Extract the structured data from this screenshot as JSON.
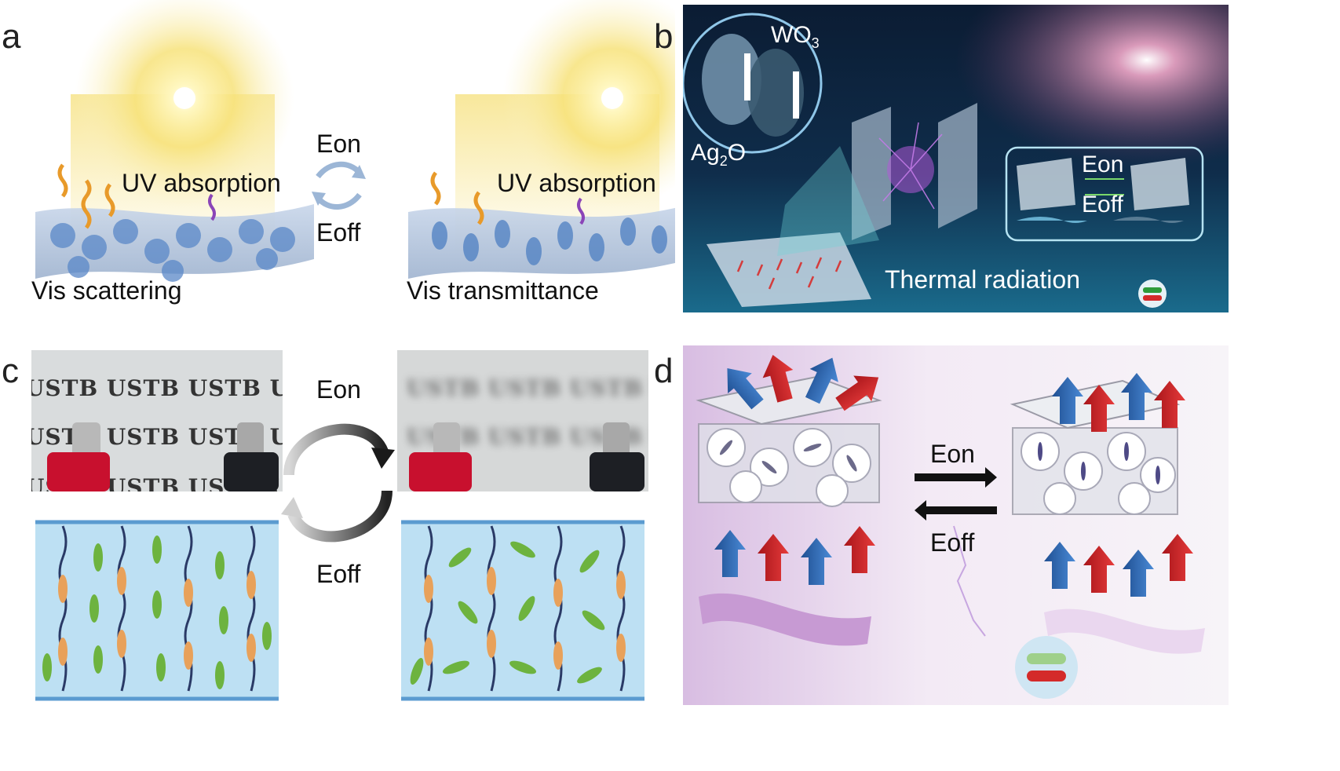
{
  "panels": {
    "a": {
      "label": "a",
      "uv_left": "UV absorption",
      "uv_right": "UV absorption",
      "eon": "Eon",
      "eoff": "Eoff",
      "vis_left": "Vis scattering",
      "vis_right": "Vis transmittance"
    },
    "b": {
      "label": "b",
      "wo3": "WO3",
      "ag2o": "Ag2O",
      "eon": "Eon",
      "eoff": "Eoff",
      "thermal": "Thermal radiation"
    },
    "c": {
      "label": "c",
      "eon": "Eon",
      "eoff": "Eoff",
      "ustb_row": "USTB USTB USTB U"
    },
    "d": {
      "label": "d",
      "eon": "Eon",
      "eoff": "Eoff"
    }
  },
  "colors": {
    "blue_arrow": "#2f6fb8",
    "red_arrow": "#d42a2a",
    "lc_green": "#6db33f",
    "polymer_orange": "#e8a15a",
    "panel_b_bg": "#0d2340",
    "panel_d_bg": "#e9d7ee"
  }
}
